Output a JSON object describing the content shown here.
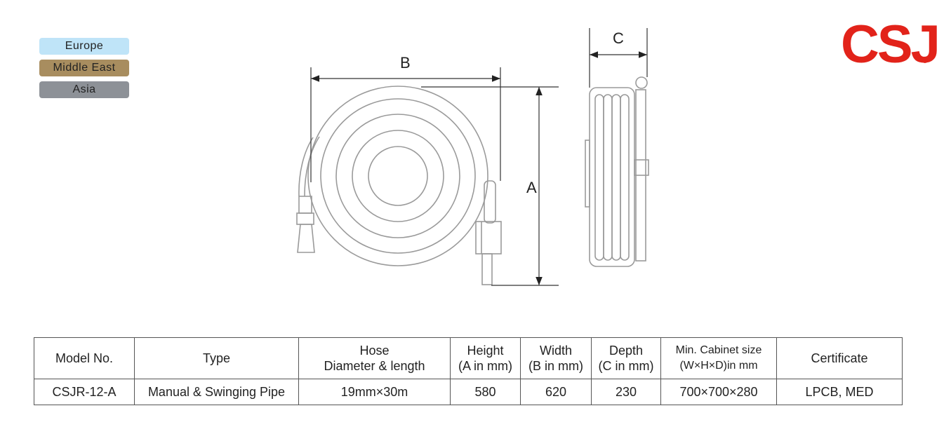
{
  "regions": [
    {
      "label": "Europe",
      "color": "#bfe4f8"
    },
    {
      "label": "Middle East",
      "color": "#a88d5f"
    },
    {
      "label": "Asia",
      "color": "#8d9197"
    }
  ],
  "logo": {
    "text": "CSJ",
    "registered": "®",
    "color": "#e2231a"
  },
  "dimensions": {
    "a": "A",
    "b": "B",
    "c": "C"
  },
  "table": {
    "headers": [
      {
        "lines": [
          "Model No."
        ]
      },
      {
        "lines": [
          "Type"
        ]
      },
      {
        "lines": [
          "Hose",
          "Diameter & length"
        ]
      },
      {
        "lines": [
          "Height",
          "(A in mm)"
        ]
      },
      {
        "lines": [
          "Width",
          "(B in mm)"
        ]
      },
      {
        "lines": [
          "Depth",
          "(C in mm)"
        ]
      },
      {
        "lines": [
          "Min. Cabinet size",
          "(W×H×D)in mm"
        ]
      },
      {
        "lines": [
          "Certificate"
        ]
      }
    ],
    "rows": [
      [
        "CSJR-12-A",
        "Manual & Swinging Pipe",
        "19mm×30m",
        "580",
        "620",
        "230",
        "700×700×280",
        "LPCB, MED"
      ]
    ]
  }
}
